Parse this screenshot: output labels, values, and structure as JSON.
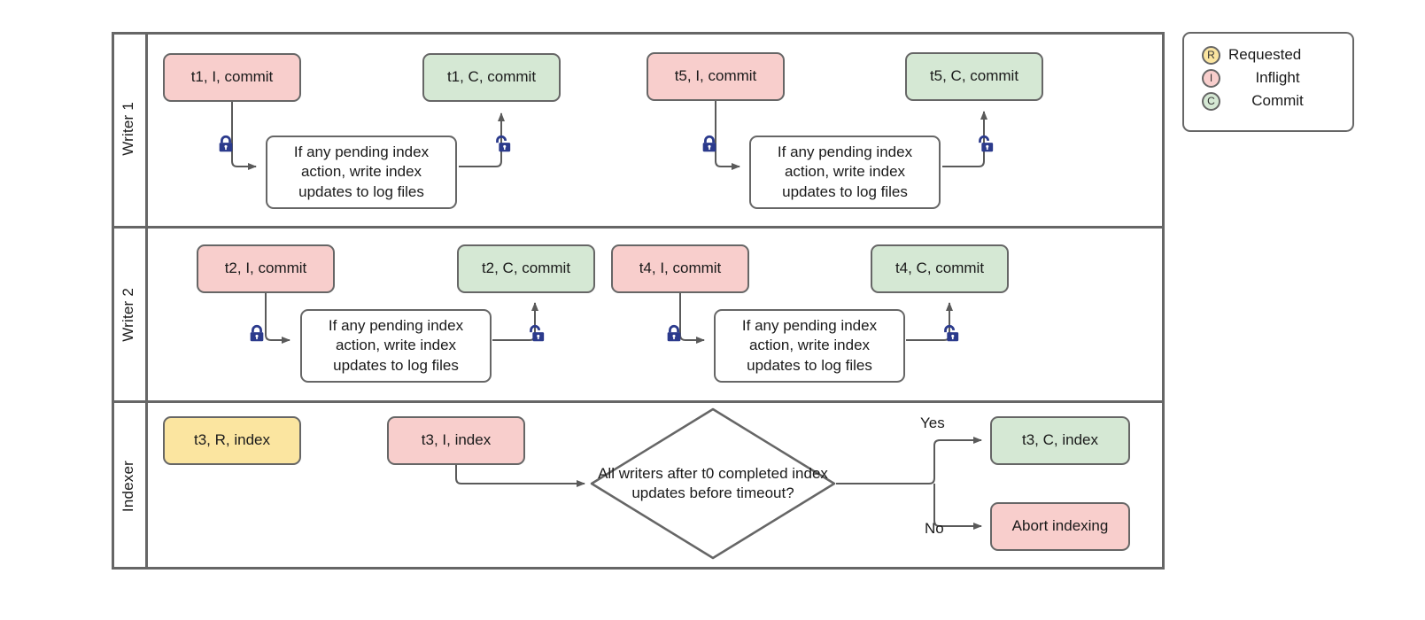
{
  "diagram": {
    "title": "Indexing coordination swimlane flowchart",
    "colors": {
      "inflight": "#F8CECC",
      "commit": "#D5E8D4",
      "requested": "#FBE5A0",
      "stroke": "#666666",
      "lock": "#2B3A8C",
      "text": "#1A1A1A"
    }
  },
  "lanes": [
    {
      "id": "writer-1",
      "label": "Writer 1"
    },
    {
      "id": "writer-2",
      "label": "Writer 2"
    },
    {
      "id": "indexer",
      "label": "Indexer"
    }
  ],
  "process_text": "If any pending index action, write index updates to log files",
  "lane1": {
    "t1_inflight": "t1, I, commit",
    "t1_commit": "t1, C, commit",
    "process_a": "If any pending index action, write index updates to log files",
    "t5_inflight": "t5, I, commit",
    "t5_commit": "t5, C, commit",
    "process_b": "If any pending index action, write index updates to log files",
    "lock_a": "lock-closed",
    "unlock_a": "lock-open",
    "lock_b": "lock-closed",
    "unlock_b": "lock-open"
  },
  "lane2": {
    "t2_inflight": "t2, I, commit",
    "t2_commit": "t2, C, commit",
    "process_a": "If any pending index action, write index updates to log files",
    "t4_inflight": "t4, I, commit",
    "t4_commit": "t4, C, commit",
    "process_b": "If any pending index action, write index updates to log files",
    "lock_a": "lock-closed",
    "unlock_a": "lock-open",
    "lock_b": "lock-closed",
    "unlock_b": "lock-open"
  },
  "lane3": {
    "t3_requested": "t3, R, index",
    "t3_inflight": "t3, I, index",
    "decision": "All writers after t0 completed index updates before timeout?",
    "yes_label": "Yes",
    "no_label": "No",
    "t3_commit": "t3, C, index",
    "abort": "Abort indexing"
  },
  "legend": {
    "items": [
      {
        "badge": "R",
        "label": "Requested",
        "state": "requested"
      },
      {
        "badge": "I",
        "label": "Inflight",
        "state": "inflight"
      },
      {
        "badge": "C",
        "label": "Commit",
        "state": "commit"
      }
    ]
  }
}
